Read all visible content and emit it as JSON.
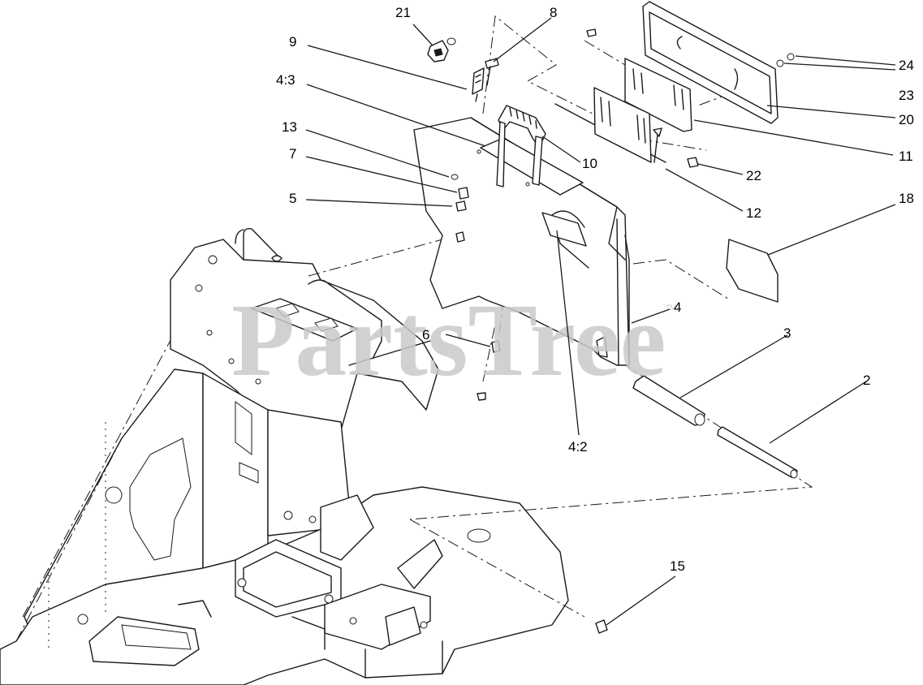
{
  "watermark": {
    "text": "PartsTree",
    "trademark": "TM"
  },
  "callouts": [
    {
      "id": "c21",
      "label": "21"
    },
    {
      "id": "c8",
      "label": "8"
    },
    {
      "id": "c9",
      "label": "9"
    },
    {
      "id": "c4-3",
      "label": "4:3"
    },
    {
      "id": "c13",
      "label": "13"
    },
    {
      "id": "c7",
      "label": "7"
    },
    {
      "id": "c5",
      "label": "5"
    },
    {
      "id": "c10",
      "label": "10"
    },
    {
      "id": "c24",
      "label": "24"
    },
    {
      "id": "c23",
      "label": "23"
    },
    {
      "id": "c20",
      "label": "20"
    },
    {
      "id": "c11",
      "label": "11"
    },
    {
      "id": "c22",
      "label": "22"
    },
    {
      "id": "c12",
      "label": "12"
    },
    {
      "id": "c18",
      "label": "18"
    },
    {
      "id": "c4",
      "label": "4"
    },
    {
      "id": "c3",
      "label": "3"
    },
    {
      "id": "c6",
      "label": "6"
    },
    {
      "id": "c2",
      "label": "2"
    },
    {
      "id": "c4-2",
      "label": "4:2"
    },
    {
      "id": "c15",
      "label": "15"
    }
  ]
}
